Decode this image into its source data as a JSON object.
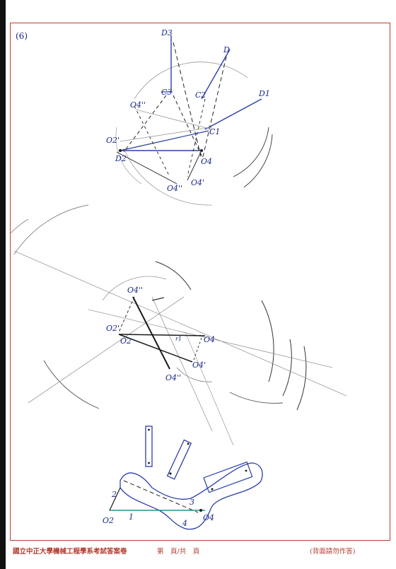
{
  "sheet": {
    "problem_label": "(6)",
    "footer": {
      "school_title": "國立中正大學機械工程學系考試答案卷",
      "page_info": "第　頁/共　頁",
      "note": "(背面請勿作答)"
    },
    "colors": {
      "frame": "#c0392b",
      "ink_blue": "#2b3ea8",
      "ink_black": "#1a1a1a",
      "construction": "#9a9a9a"
    }
  },
  "drawing1_labels": {
    "d3": "D3",
    "d": "D",
    "d1": "D1",
    "c3": "C3",
    "c2": "C2",
    "c1": "C1",
    "o4pp_top": "O4''",
    "o2p": "O2'",
    "o2": "D2",
    "o4": "O4",
    "o4pp": "O4''",
    "o4p": "O4'"
  },
  "drawing2_labels": {
    "o4pp": "O4''",
    "o2p": "O2'",
    "o2": "O2",
    "o4": "O4",
    "o4p": "O4'",
    "o4ppp": "O4''",
    "r1": "r1"
  },
  "drawing3_labels": {
    "o2": "O2",
    "o4": "O4",
    "one": "1",
    "two": "2",
    "three": "3",
    "four": "4"
  }
}
